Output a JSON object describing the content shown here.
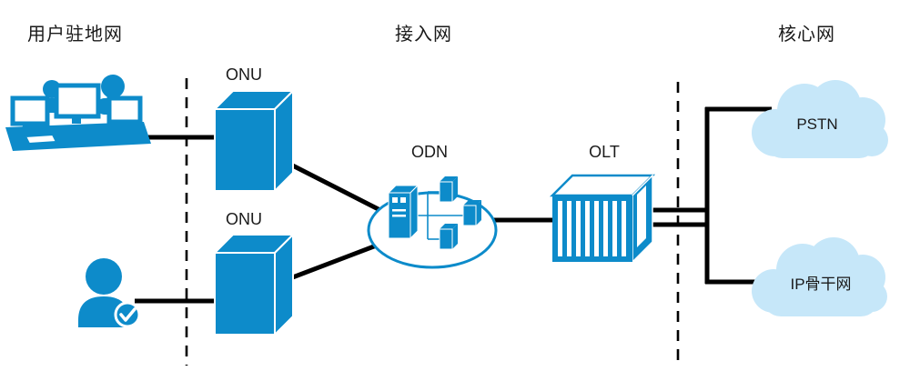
{
  "diagram": {
    "sections": {
      "premises": "用户驻地网",
      "access": "接入网",
      "core": "核心网"
    },
    "nodes": {
      "onu_top": "ONU",
      "onu_bottom": "ONU",
      "odn": "ODN",
      "olt": "OLT",
      "pstn": "PSTN",
      "ip_backbone": "IP骨干网"
    },
    "colors": {
      "primary_blue": "#0d8bca",
      "cloud_fill": "#c6e7f9",
      "line_black": "#000000",
      "background": "#ffffff"
    }
  }
}
